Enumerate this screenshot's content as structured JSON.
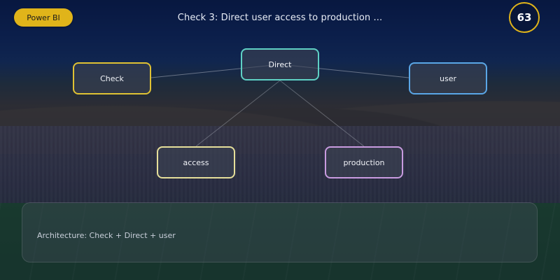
{
  "app": {
    "badge_label": "Power BI",
    "title": "Check 3: Direct user access to production ...",
    "counter": "63"
  },
  "diagram": {
    "nodes": {
      "check": "Check",
      "direct": "Direct",
      "user": "user",
      "access": "access",
      "production": "production"
    }
  },
  "panel": {
    "text": "Architecture: Check + Direct + user"
  },
  "colors": {
    "accent": "#e0b41a",
    "node_check": "#e0c233",
    "node_direct": "#5fd1c4",
    "node_user": "#5aa6e6",
    "node_access": "#e6df9a",
    "node_production": "#c99be0"
  }
}
